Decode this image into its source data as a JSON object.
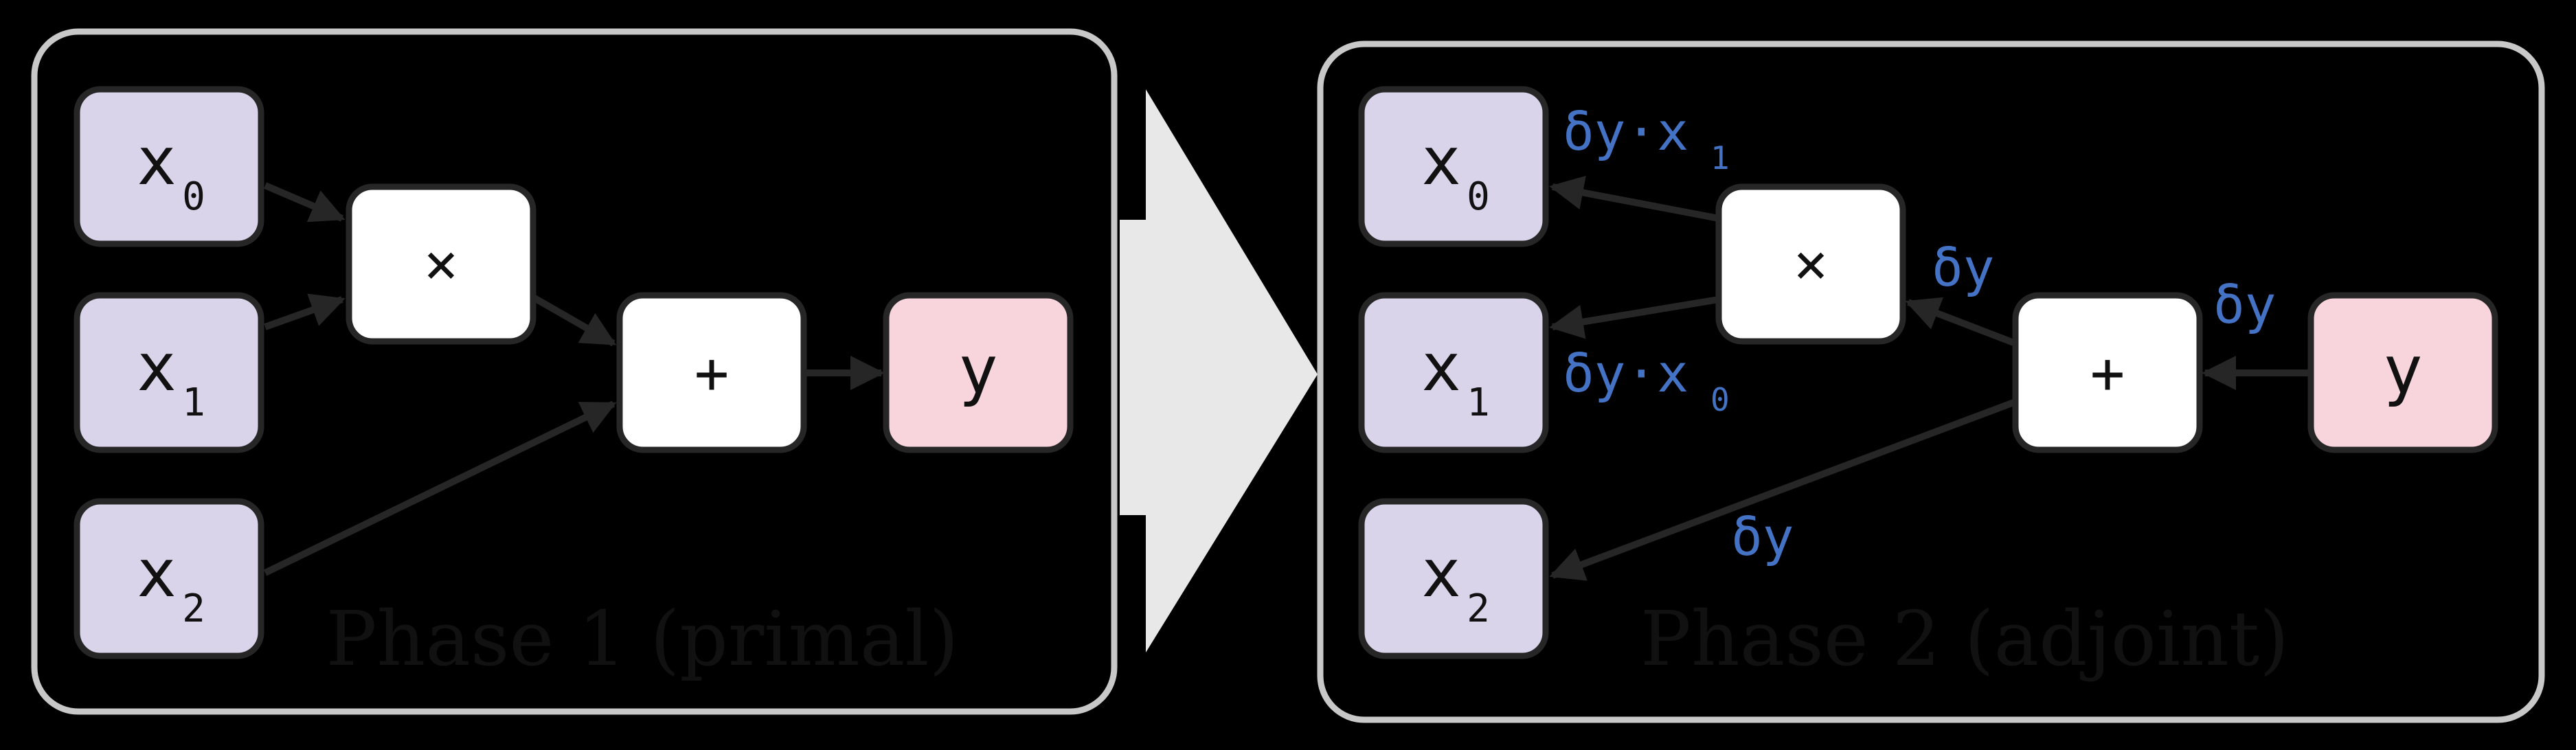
{
  "colors": {
    "background": "#000000",
    "panel_border": "#c8c8c8",
    "input_fill": "#d9d4ea",
    "op_fill": "#ffffff",
    "output_fill": "#f8d5dc",
    "edge": "#262626",
    "gradient_text": "#4472C4",
    "big_arrow": "#e8e8e8"
  },
  "primal": {
    "title": "Phase 1 (primal)",
    "nodes": {
      "x0": {
        "base": "x",
        "sub": "0"
      },
      "x1": {
        "base": "x",
        "sub": "1"
      },
      "x2": {
        "base": "x",
        "sub": "2"
      },
      "mul": {
        "label": "×"
      },
      "add": {
        "label": "+"
      },
      "y": {
        "label": "y"
      }
    }
  },
  "adjoint": {
    "title": "Phase 2 (adjoint)",
    "nodes": {
      "x0": {
        "base": "x",
        "sub": "0"
      },
      "x1": {
        "base": "x",
        "sub": "1"
      },
      "x2": {
        "base": "x",
        "sub": "2"
      },
      "mul": {
        "label": "×"
      },
      "add": {
        "label": "+"
      },
      "y": {
        "label": "y"
      }
    },
    "gradients": {
      "to_x0": {
        "base": "δy·x",
        "sub": "1"
      },
      "to_x1": {
        "base": "δy·x",
        "sub": "0"
      },
      "to_mul": "δy",
      "to_add": "δy",
      "to_x2": "δy"
    }
  }
}
